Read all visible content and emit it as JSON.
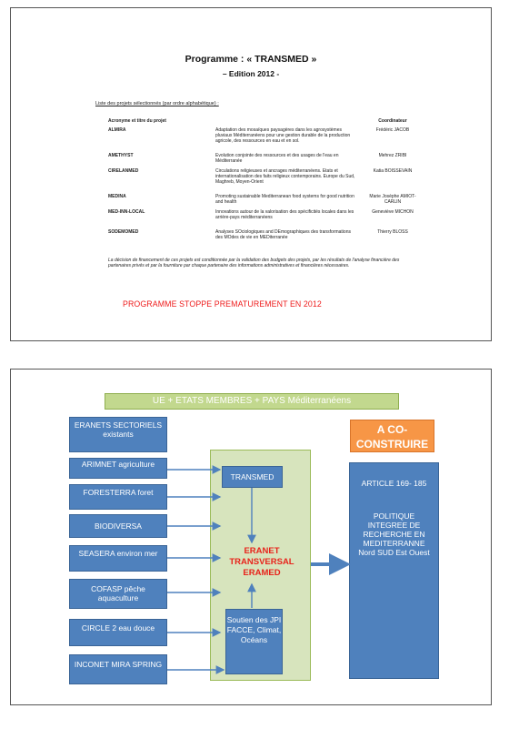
{
  "slide1": {
    "title": "Programme : « TRANSMED »",
    "edition": "– Edition 2012 -",
    "list_heading": "Liste des projets sélectionnés (par ordre alphabétique) :",
    "col_project": "Acronyme et titre du projet",
    "col_coordinator": "Coordinateur",
    "projects": [
      {
        "acronym": "ALMIRA",
        "title": "Adaptation des mosaïques paysagères dans les agrosystèmes pluviaux Méditerranéens pour une gestion durable de la production agricole, des ressources en eau et en sol.",
        "coordinator": "Frédéric JACOB"
      },
      {
        "acronym": "AMETHYST",
        "title": "Evolution conjointe des ressources et des usages de l'eau en Méditerranée",
        "coordinator": "Mehrez ZRIBI"
      },
      {
        "acronym": "CIRELANMED",
        "title": "Circulations religieuses et ancrages méditerranéens. Etats et internationalisation des faits religieux contemporains. Europe du Sud, Maghreb, Moyen-Orient",
        "coordinator": "Katia BOISSEVAIN"
      },
      {
        "acronym": "MEDINA",
        "title": "Promoting sustainable Mediterranean food systems for good nutrition and health",
        "coordinator": "Marie Josèphe AMIOT-CARLIN"
      },
      {
        "acronym": "MED-INN-LOCAL",
        "title": "Innovations autour de la valorisation des spécificités locales dans les arrière-pays méditerranéens",
        "coordinator": "Geneviève MICHON"
      },
      {
        "acronym": "SODEMOMED",
        "title": "Analyses SOciologiques and DEmographiques des transformations des MOdes de vie en MEDiterranée",
        "coordinator": "Thierry BLOSS"
      }
    ],
    "decision": "La décision de financement de ces projets est conditionnée par la validation des budgets des projets, par les résultats de l'analyse financière des partenaires privés et par la fourniture par chaque partenaire des informations administratives et financières nécessaires.",
    "stop_notice": "PROGRAMME STOPPE   PREMATUREMENT EN 2012",
    "stop_color": "#ee1c1c"
  },
  "slide2": {
    "banner": "UE + ETATS MEMBRES + PAYS Méditerranéens",
    "eranets_header": "ERANETS SECTORIELS existants",
    "left_items": [
      {
        "id": "arimnet",
        "label": "ARIMNET agriculture"
      },
      {
        "id": "foresterra",
        "label": "FORESTERRA foret"
      },
      {
        "id": "biodiversa",
        "label": "BIODIVERSA"
      },
      {
        "id": "seasera",
        "label": "SEASERA environ mer"
      },
      {
        "id": "cofasp",
        "label": "COFASP pêche aquaculture"
      },
      {
        "id": "circle2",
        "label": "CIRCLE 2  eau douce"
      },
      {
        "id": "inconet",
        "label": "INCONET MIRA SPRING"
      }
    ],
    "transmed": "TRANSMED",
    "eranet_transversal": "ERANET TRANSVERSAL ERAMED",
    "soutien": "Soutien des JPI FACCE, Climat, Océans",
    "co_construire": "A CO-CONSTRUIRE",
    "article": "ARTICLE 169- 185",
    "politique": "POLITIQUE INTEGREE DE RECHERCHE EN MEDITERRANNE Nord SUD Est Ouest",
    "colors": {
      "blue": "#4f81bd",
      "green_panel": "#d7e4bd",
      "banner": "#c2d88e",
      "orange": "#f79646",
      "red_text": "#e8231b"
    }
  }
}
